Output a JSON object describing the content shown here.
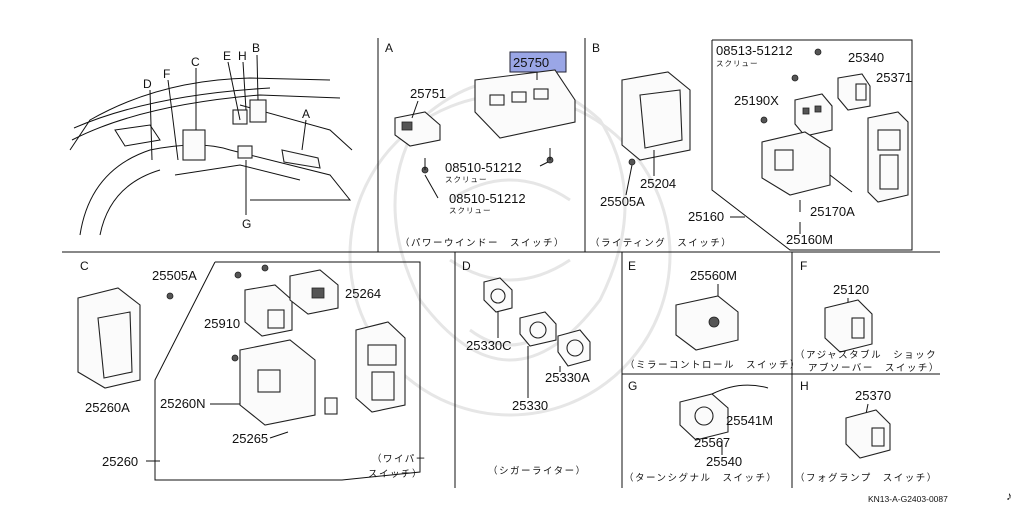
{
  "sections": {
    "A": {
      "letter": "A",
      "parts": {
        "p25750": "25750",
        "p25751": "25751",
        "screw1": "08510-51212",
        "screw2": "08510-51212"
      },
      "screw_kana": "スクリュー",
      "caption": "（パワーウインドー　スイッチ）"
    },
    "B": {
      "letter": "B",
      "parts": {
        "screw": "08513-51212",
        "p25340": "25340",
        "p25371": "25371",
        "p25190X": "25190X",
        "p25204": "25204",
        "p25505A": "25505A",
        "p25160": "25160",
        "p25170A": "25170A",
        "p25160M": "25160M"
      },
      "screw_kana": "スクリュー",
      "caption": "（ライティング　スイッチ）"
    },
    "C": {
      "letter": "C",
      "parts": {
        "p25505A": "25505A",
        "p25264": "25264",
        "p25910": "25910",
        "p25260CA": "25260A",
        "p25260N": "25260N",
        "p25265": "25265",
        "p25260": "25260"
      },
      "caption_line1": "（ワイパー",
      "caption_line2": "スイッチ）"
    },
    "D": {
      "letter": "D",
      "parts": {
        "p25330C": "25330C",
        "p25330A": "25330A",
        "p25330": "25330"
      },
      "caption": "（シガーライター）"
    },
    "E": {
      "letter": "E",
      "parts": {
        "p25560M": "25560M"
      },
      "caption": "（ミラーコントロール　スイッチ）"
    },
    "F": {
      "letter": "F",
      "parts": {
        "p25120": "25120"
      },
      "caption_line1": "（アジャスタブル　ショック",
      "caption_line2": "アブソーバー　スイッチ）"
    },
    "G": {
      "letter": "G",
      "parts": {
        "p25541M": "25541M",
        "p25567": "25567",
        "p25540": "25540"
      },
      "caption": "（ターンシグナル　スイッチ）"
    },
    "H": {
      "letter": "H",
      "parts": {
        "p25370": "25370"
      },
      "caption": "（フォグランプ　スイッチ）"
    }
  },
  "overview": {
    "callouts": {
      "A": "A",
      "B": "B",
      "C": "C",
      "D": "D",
      "E": "E",
      "F": "F",
      "G": "G",
      "H": "H"
    }
  },
  "highlight_color": "#9aa6e6",
  "reference_code": "KN13-A-G2403-0087",
  "corner_mark": "♪"
}
